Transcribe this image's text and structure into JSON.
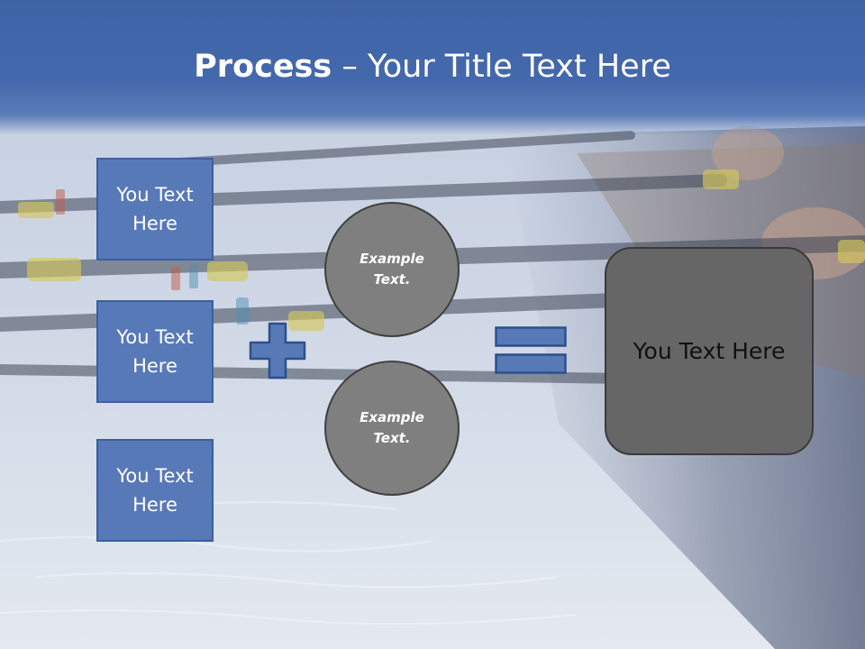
{
  "slide": {
    "title_bold": "Process",
    "title_rest": " – Your Title Text Here"
  },
  "inputs": [
    {
      "label": "You Text Here"
    },
    {
      "label": "You Text Here"
    },
    {
      "label": "You Text Here"
    }
  ],
  "circles": [
    {
      "label": "Example Text."
    },
    {
      "label": "Example Text."
    }
  ],
  "result": {
    "label": "You Text Here"
  },
  "colors": {
    "header": "#4468ac",
    "box_fill": "#5879b8",
    "circle_fill": "#7f7f7f",
    "result_fill": "#666666"
  },
  "icons": {
    "operator_1": "plus-icon",
    "operator_2": "equals-icon"
  }
}
